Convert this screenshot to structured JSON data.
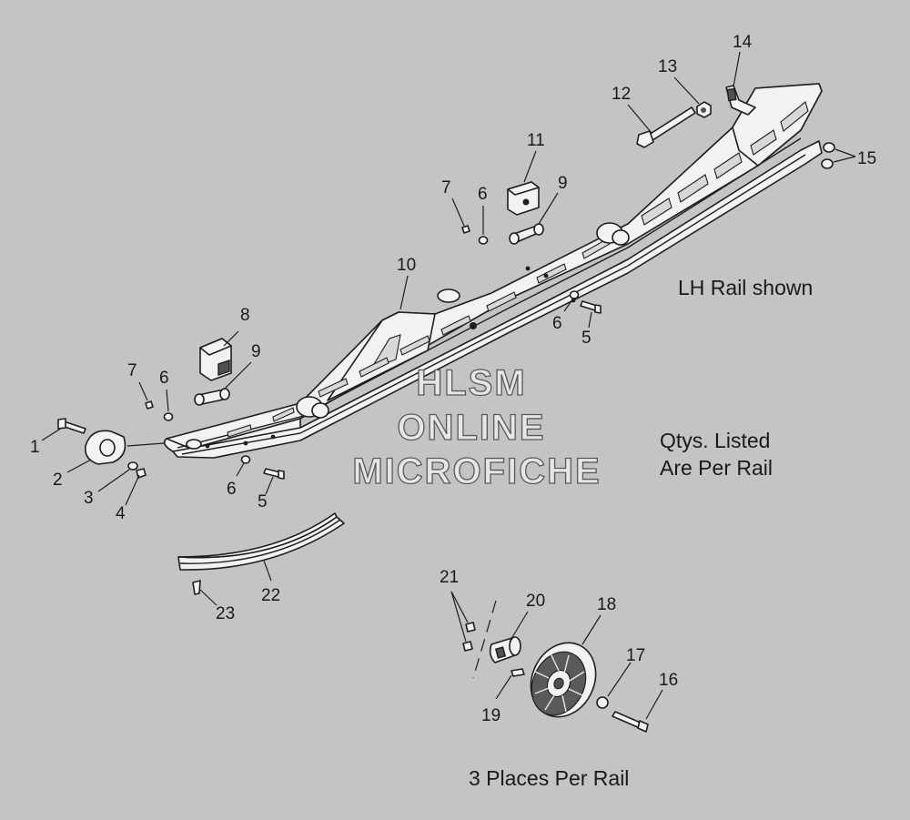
{
  "diagram": {
    "labels": [
      {
        "id": "1",
        "text": "1"
      },
      {
        "id": "2",
        "text": "2"
      },
      {
        "id": "3",
        "text": "3"
      },
      {
        "id": "4",
        "text": "4"
      },
      {
        "id": "5a",
        "text": "5"
      },
      {
        "id": "5b",
        "text": "5"
      },
      {
        "id": "6a",
        "text": "6"
      },
      {
        "id": "6b",
        "text": "6"
      },
      {
        "id": "6c",
        "text": "6"
      },
      {
        "id": "6d",
        "text": "6"
      },
      {
        "id": "7a",
        "text": "7"
      },
      {
        "id": "7b",
        "text": "7"
      },
      {
        "id": "8",
        "text": "8"
      },
      {
        "id": "9a",
        "text": "9"
      },
      {
        "id": "9b",
        "text": "9"
      },
      {
        "id": "10",
        "text": "10"
      },
      {
        "id": "11",
        "text": "11"
      },
      {
        "id": "12",
        "text": "12"
      },
      {
        "id": "13",
        "text": "13"
      },
      {
        "id": "14",
        "text": "14"
      },
      {
        "id": "15",
        "text": "15"
      },
      {
        "id": "16",
        "text": "16"
      },
      {
        "id": "17",
        "text": "17"
      },
      {
        "id": "18",
        "text": "18"
      },
      {
        "id": "19",
        "text": "19"
      },
      {
        "id": "20",
        "text": "20"
      },
      {
        "id": "21",
        "text": "21"
      },
      {
        "id": "22",
        "text": "22"
      },
      {
        "id": "23",
        "text": "23"
      }
    ],
    "notes": {
      "rail_side": "LH Rail shown",
      "qty_line1": "Qtys. Listed",
      "qty_line2": "Are Per Rail",
      "places": "3 Places Per Rail"
    },
    "watermark": {
      "line1": "HLSM",
      "line2": "ONLINE",
      "line3": "MICROFICHE"
    }
  }
}
